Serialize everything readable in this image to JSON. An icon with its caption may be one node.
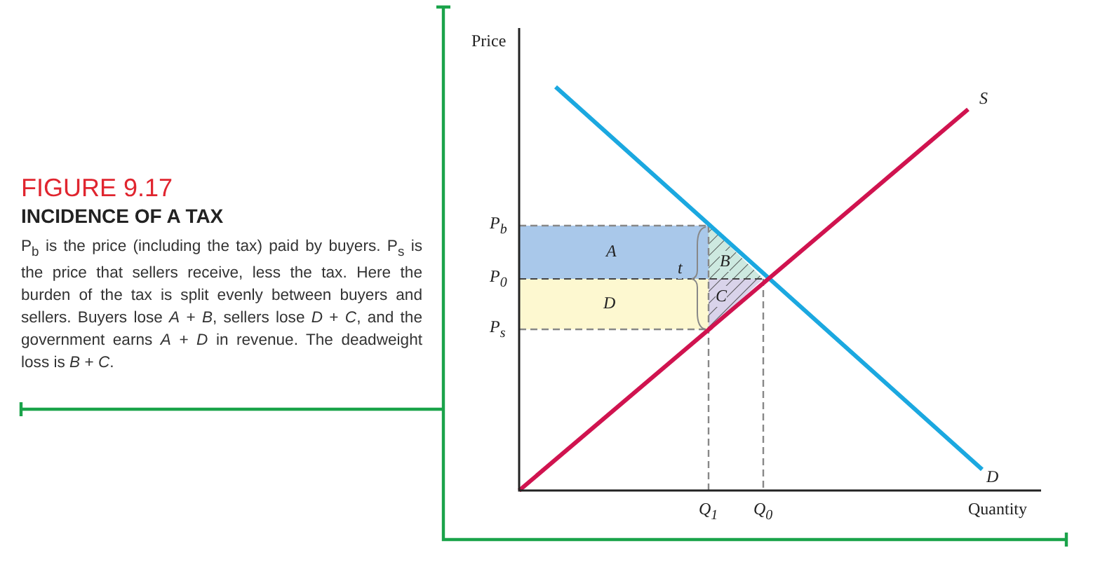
{
  "diagram": {
    "title": "FIGURE 9.17",
    "labels": [
      "INCIDENCE OF A TAX",
      "P$_{b}$ is the price (including the tax) paid by buyers. P$_{s}$ is the price that sellers receive, less the tax. Here the burden of the tax is split evenly between buyers and sellers. Buyers lose *A* + *B*, sellers lose *D* + *C*, and the government earns *A* + *D* in revenue. The deadweight loss is *B* + *C*.",
      "Price",
      "S",
      "P$_{b}$",
      "A",
      "t",
      "B",
      "P$_{0}$",
      "D",
      "C",
      "P$_{s}$",
      "D",
      "Q$_{1}$",
      "Q$_{0}$",
      "Quantity"
    ]
  }
}
